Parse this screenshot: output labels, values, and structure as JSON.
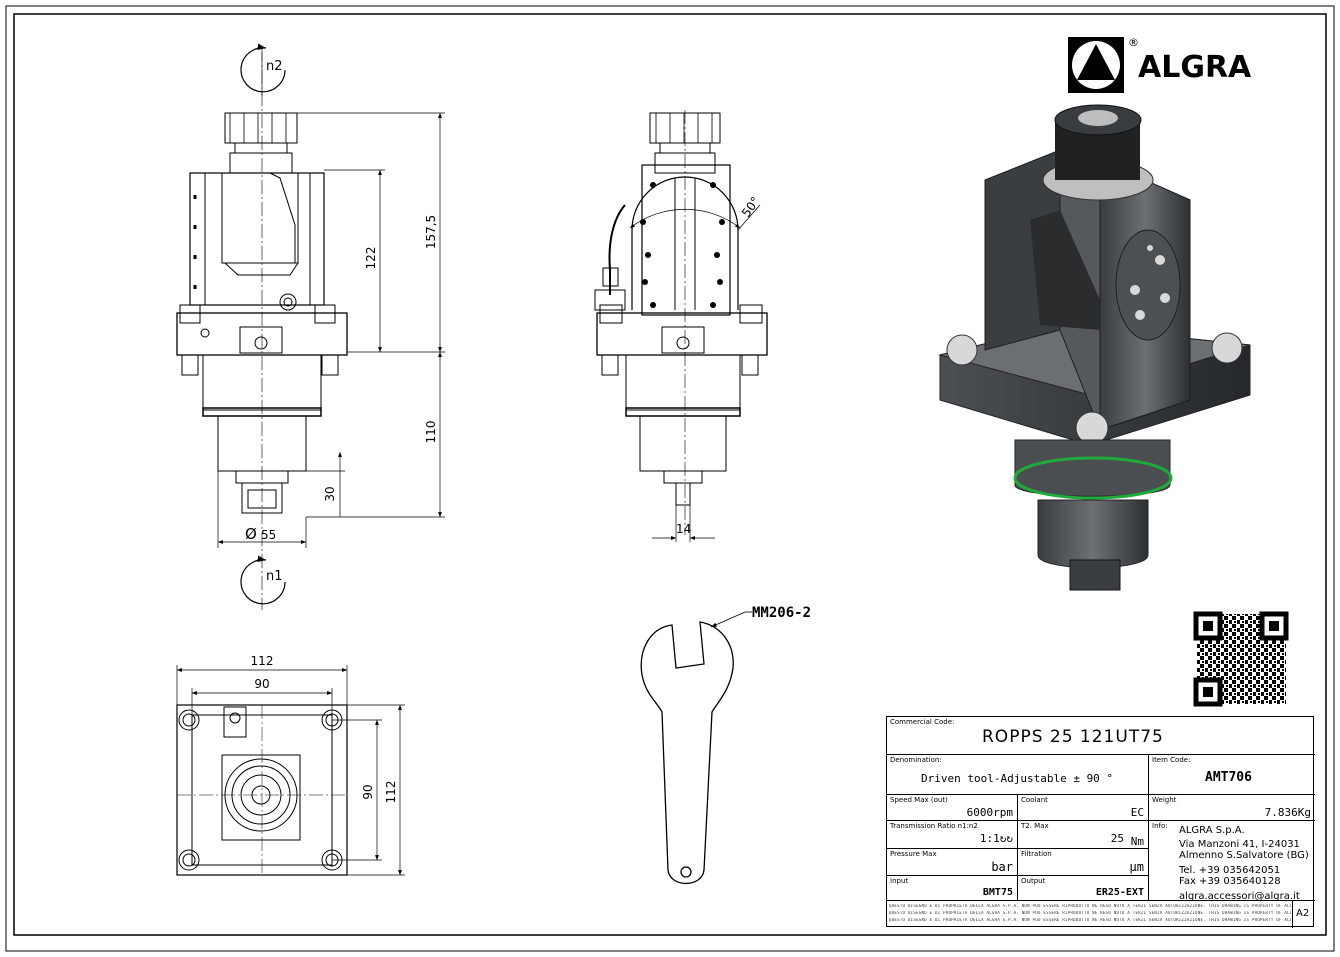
{
  "brand": {
    "name": "ALGRA",
    "registered": "®"
  },
  "dimensions": {
    "side_height_total": "157,5",
    "side_height_body": "122",
    "side_height_lower": "110",
    "shank_length": "30",
    "shank_diameter": "55",
    "diameter_symbol": "Ø",
    "square_width": "14",
    "tilt_angle": "50°",
    "plan_outer": "112",
    "plan_inner": "90",
    "plan_side_inner": "90",
    "plan_side_outer": "112"
  },
  "rotation_labels": {
    "top": "n2",
    "bottom": "n1"
  },
  "wrench_code": "MM206-2",
  "title_block": {
    "commercial_code_label": "Commercial Code:",
    "commercial_code": "ROPPS 25 121UT75",
    "denomination_label": "Denomination:",
    "denomination": "Driven tool-Adjustable ± 90 °",
    "item_code_label": "Item Code:",
    "item_code": "AMT706",
    "speed_label": "Speed Max (out)",
    "speed_value": "6000rpm",
    "coolant_label": "Coolant",
    "coolant_value": "EC",
    "weight_label": "Weight",
    "weight_value": "7.836Kg",
    "ratio_label": "Transmission Ratio n1:n2",
    "ratio_value": "1:1↻↻",
    "torque_label": "T2. Max",
    "torque_value": "25",
    "torque_unit": "Nm",
    "info_label": "Info:",
    "company": "ALGRA S.p.A.",
    "address1": "Via Manzoni 41, I-24031",
    "address2": "Almenno S.Salvatore (BG)",
    "tel": "Tel. +39 035642051",
    "fax": "Fax +39 035640128",
    "email": "algra.accessori@algra.it",
    "pressure_label": "Pressure Max",
    "pressure_value": "bar",
    "filtration_label": "Filtration",
    "filtration_value": "µm",
    "input_label": "Input",
    "input_value": "BMT75",
    "output_label": "Output",
    "output_value": "ER25-EXT",
    "sheet_size": "A2",
    "fine_print": "QUESTO DISEGNO È DI PROPRIETÀ DELLA ALGRA S.P.A. NON PUÒ ESSERE RIPRODOTTO NÈ RESO NOTO A TERZI SENZA AUTORIZZAZIONE. THIS DRAWING IS PROPERTY OF ALGRA S.P.A. IT CANNOT BE REPRODUCED OR DISCLOSED TO THIRD PARTIES WITHOUT AUTHORIZATION."
  }
}
